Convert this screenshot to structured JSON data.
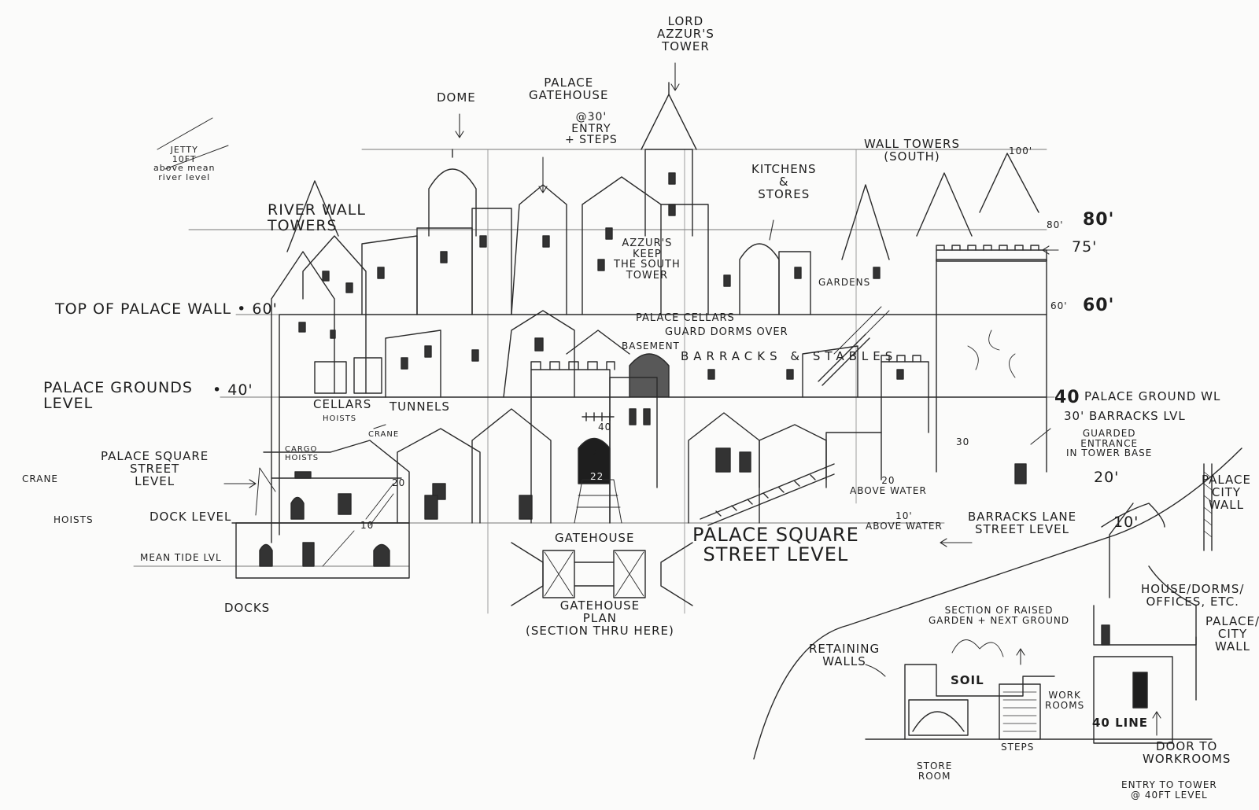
{
  "labels": {
    "lord_azzur": "LORD\nAZZUR'S\nTOWER",
    "dome": "DOME",
    "palace_gatehouse": "PALACE\nGATEHOUSE",
    "entry_note": "@30'\nENTRY\n+ STEPS",
    "jetty": "JETTY\n10FT\nabove mean\nriver level",
    "wall_towers": "WALL TOWERS\n(SOUTH)",
    "kitchens": "KITCHENS\n&\nSTORES",
    "river_wall_towers": "RIVER WALL\nTOWERS",
    "azzurs_keep": "AZZUR'S\nKEEP\nThe South\nTower",
    "gardens": "GARDENS",
    "top_palace_wall": "TOP OF PALACE WALL • 60'",
    "palace_cellars": "PALACE CELLARS",
    "guard_dorms": "GUARD DORMS OVER",
    "basement": "BASEMENT",
    "barracks_stables": "BARRACKS & STABLES",
    "palace_grounds_level": "PALACE GROUNDS\nLEVEL",
    "grounds_40": "• 40'",
    "cellars": "CELLARS",
    "hoists": "HOISTS",
    "tunnels": "TUNNELS",
    "crane_mid": "CRANE",
    "cargo_hoists": "CARGO\nHOISTS",
    "palace_square_street": "PALACE SQUARE\nSTREET\nLEVEL",
    "crane_left": "CRANE",
    "hoists_left": "HOISTS",
    "dock_level": "DOCK LEVEL",
    "mean_tide": "MEAN TIDE LVL",
    "docks": "DOCKS",
    "gatehouse": "GATEHOUSE",
    "gatehouse_plan": "GATEHOUSE\nPLAN\n(SECTION THRU HERE)",
    "palace_square_big": "PALACE SQUARE\nSTREET LEVEL",
    "above_water_20": "20\nABOVE WATER",
    "above_water_10": "10'\nABOVE WATER",
    "barracks_lane": "BARRACKS LANE\nSTREET LEVEL",
    "palace_ground_wl": "PALACE GROUND WL",
    "barracks_lvl": "30' BARRACKS LVL",
    "guarded_entrance": "GUARDED\nENTRANCE\nIN TOWER BASE",
    "ht_100": "100'",
    "ht_80": "80'",
    "ht_80s": "80'",
    "ht_75": "75'",
    "ht_60": "60'",
    "ht_60s": "60'",
    "ht_40": "40",
    "ht_30": "30",
    "ht_20": "20'",
    "ht_10": "10'",
    "palace_city_wall": "PALACE\nCITY\nWALL",
    "house_dorms": "HOUSE/DORMS/\nOFFICES, ETC.",
    "palace_city_wall2": "PALACE/\nCITY\nWALL",
    "section_raised": "SECTION OF RAISED\nGARDEN + NEXT GROUND",
    "retaining_walls": "RETAINING\nWALLS",
    "soil": "SOIL",
    "work_rooms": "WORK\nROOMS",
    "line_40": "40 LINE",
    "steps": "STEPS",
    "store_room": "STORE\nROOM",
    "door_to_workrooms": "DOOR TO\nWORKROOMS",
    "entry_tower": "ENTRY TO TOWER\n@ 40FT LEVEL",
    "num_20a": "20",
    "num_10a": "10",
    "num_40g": "40",
    "num_20g": "20",
    "num_22g": "22"
  },
  "colors": {
    "ink": "#2a2a2a",
    "paper": "#fbfbfa",
    "shade": "#3a3a3a"
  }
}
